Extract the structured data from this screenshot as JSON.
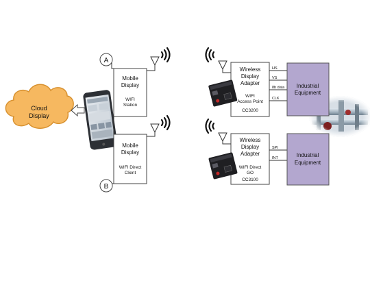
{
  "cloud": {
    "line1": "Cloud",
    "line2": "Display",
    "fill": "#f6b860",
    "stroke": "#d8912f"
  },
  "side_a": {
    "marker": "A",
    "box_lines": [
      "Mobile",
      "Display"
    ],
    "mode_lines": [
      "WIFI",
      "Station"
    ]
  },
  "side_b": {
    "marker": "B",
    "box_lines": [
      "Mobile",
      "Display"
    ],
    "mode_lines": [
      "WIFI Direct",
      "Client"
    ]
  },
  "adapter_top": {
    "title_lines": [
      "Wireless",
      "Display",
      "Adapter"
    ],
    "mode_lines": [
      "WIFI",
      "Access Point"
    ],
    "chip": "CC3200",
    "signals": [
      "HS",
      "VS",
      "8b data",
      "CLK"
    ]
  },
  "adapter_bottom": {
    "title_lines": [
      "Wireless",
      "Display",
      "Adapter"
    ],
    "mode_lines": [
      "WIFI Direct",
      "GO"
    ],
    "chip": "CC3100",
    "signals": [
      "SPI",
      "INT"
    ]
  },
  "equipment_top": {
    "lines": [
      "Industrial",
      "Equipment"
    ]
  },
  "equipment_bottom": {
    "lines": [
      "Industrial",
      "Equipment"
    ]
  },
  "colors": {
    "equipment_fill": "#b3a7cf",
    "equipment_stroke": "#555",
    "box_stroke": "#444",
    "line": "#333"
  },
  "icons": [
    "cloud-icon",
    "arrow-left-icon",
    "smartphone-icon",
    "antenna-icon",
    "wifi-waves-icon",
    "launchpad-board-icon",
    "factory-photo-icon"
  ]
}
